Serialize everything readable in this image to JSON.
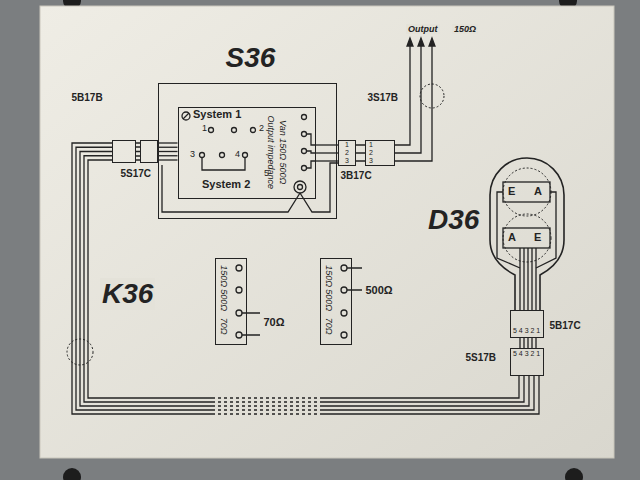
{
  "diagram": {
    "nodes": [
      {
        "text": [
          "S36"
        ]
      },
      {
        "text": [
          "System 1",
          "System 2",
          "Output impedance",
          "Van 150Ω 500Ω"
        ],
        "in": 0
      },
      {
        "text": [
          "5S17C"
        ]
      },
      {
        "text": [
          "5B17B"
        ]
      },
      {
        "text": [
          "3B17C"
        ]
      },
      {
        "text": [
          "3S17B"
        ]
      },
      {
        "text": [
          "D36"
        ]
      },
      {
        "text": [
          "5B17C"
        ]
      },
      {
        "text": [
          "5S17B"
        ]
      },
      {
        "text": [
          "150Ω",
          "500Ω",
          "70Ω",
          "70Ω"
        ]
      },
      {
        "text": [
          "150Ω",
          "500Ω",
          "70Ω",
          "500Ω"
        ]
      }
    ],
    "edges": [
      {
        "from": 3,
        "to": 8,
        "arrow": "none",
        "label": "K36"
      },
      {
        "from": 2,
        "to": 1,
        "arrow": "none"
      },
      {
        "from": 1,
        "to": 4,
        "arrow": "none"
      }
    ],
    "labels": [
      "Output",
      "150Ω",
      "1",
      "2",
      "3",
      "4",
      "5",
      "1",
      "2",
      "3",
      "1",
      "2",
      "3",
      "5 4 3 2 1",
      "5 4 3 2 1",
      "E",
      "A",
      "A",
      "E"
    ]
  }
}
